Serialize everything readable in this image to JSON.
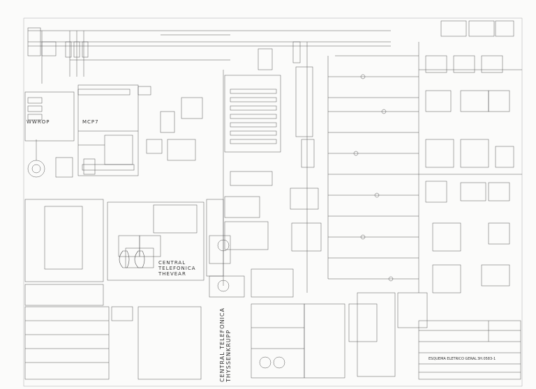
{
  "labels": {
    "central_telefonica_thevear_1": "CENTRAL",
    "central_telefonica_thevear_2": "TELEFONICA",
    "central_telefonica_thevear_3": "THEVEAR",
    "central_telefonica_thyssen_1": "CENTRAL TELEFONICA",
    "central_telefonica_thyssen_2": "THYSSENKRUPP",
    "mcp": "MCP7",
    "wiwrop": "WWROP"
  },
  "title_block": {
    "company": "ESQUEMA ELETRICO GERAL",
    "drawing_no": "3H.0583-1"
  }
}
